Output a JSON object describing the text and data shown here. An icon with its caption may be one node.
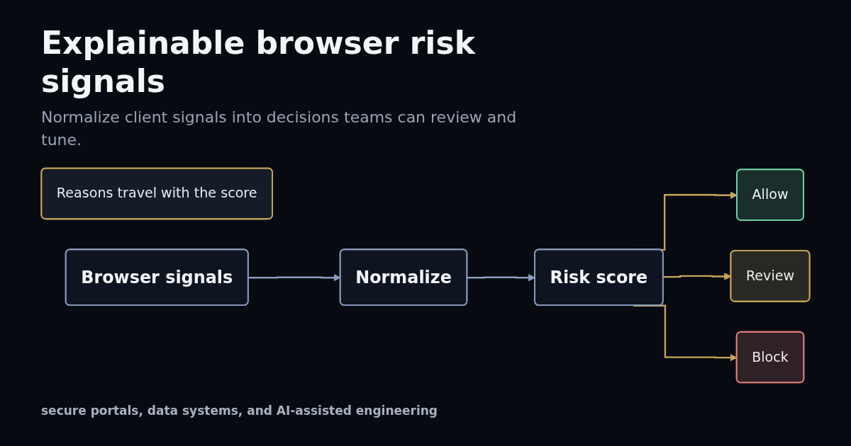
{
  "diagram": {
    "title": "Explainable browser risk signals",
    "nodes": [
      {
        "text": [
          "Reasons travel with the score"
        ]
      },
      {
        "text": [
          "Browser signals"
        ]
      },
      {
        "text": [
          "Normalize"
        ]
      },
      {
        "text": [
          "Risk score"
        ]
      },
      {
        "text": [
          "Allow"
        ]
      },
      {
        "text": [
          "Review"
        ]
      },
      {
        "text": [
          "Block"
        ]
      }
    ],
    "edges": [
      {
        "from": 1,
        "to": 2,
        "arrow": "to",
        "color": "#8a9bbd"
      },
      {
        "from": 2,
        "to": 3,
        "arrow": "to",
        "color": "#8a9bbd"
      },
      {
        "from": 3,
        "to": 4,
        "arrow": "to"
      },
      {
        "from": 3,
        "to": 5,
        "arrow": "to"
      },
      {
        "from": 3,
        "to": 6,
        "arrow": "to"
      }
    ],
    "labels": [
      "Normalize client signals into decisions teams can review and tune.",
      "secure portals, data systems, and AI-assisted engineering"
    ]
  }
}
